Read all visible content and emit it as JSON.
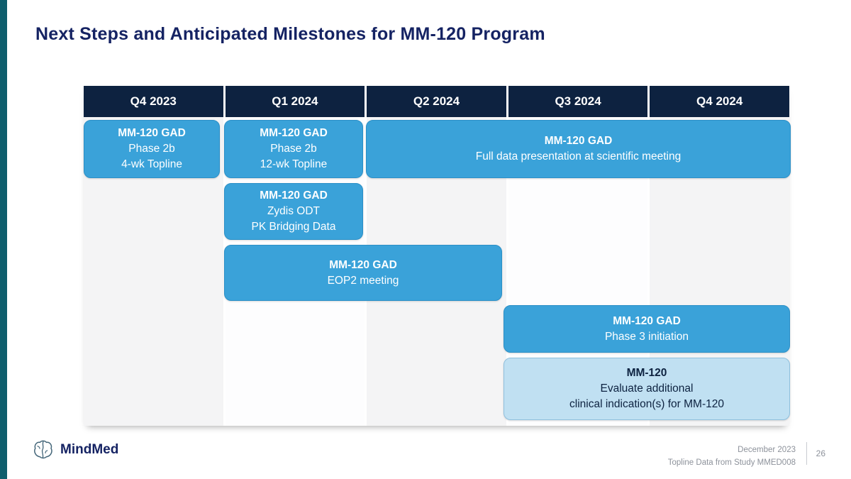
{
  "colors": {
    "accent-teal": "#0f5e6d",
    "title-navy": "#152363",
    "header-navy": "#0d2240",
    "box-blue": "#3aa2d9",
    "box-blue-border": "#2a8fc7",
    "light-blue": "#c0e0f2",
    "light-blue-border": "#8fc0de",
    "footer-gray": "#8d929b"
  },
  "slide": {
    "title": "Next Steps and Anticipated Milestones for MM-120 Program"
  },
  "timeline": {
    "quarters": [
      "Q4 2023",
      "Q1 2024",
      "Q2 2024",
      "Q3 2024",
      "Q4 2024"
    ],
    "milestones": [
      {
        "title": "MM-120 GAD",
        "lines": [
          "Phase 2b",
          "4-wk Topline"
        ]
      },
      {
        "title": "MM-120 GAD",
        "lines": [
          "Phase 2b",
          "12-wk Topline"
        ]
      },
      {
        "title": "MM-120 GAD",
        "lines": [
          "Full data presentation at scientific meeting"
        ]
      },
      {
        "title": "MM-120 GAD",
        "lines": [
          "Zydis ODT",
          "PK Bridging Data"
        ]
      },
      {
        "title": "MM-120 GAD",
        "lines": [
          "EOP2 meeting"
        ]
      },
      {
        "title": "MM-120 GAD",
        "lines": [
          "Phase 3 initiation"
        ]
      },
      {
        "title": "MM-120",
        "lines": [
          "Evaluate additional",
          "clinical indication(s) for MM-120"
        ]
      }
    ]
  },
  "footer": {
    "brand": "MindMed",
    "date": "December 2023",
    "source": "Topline Data from Study MMED008",
    "page": "26"
  }
}
